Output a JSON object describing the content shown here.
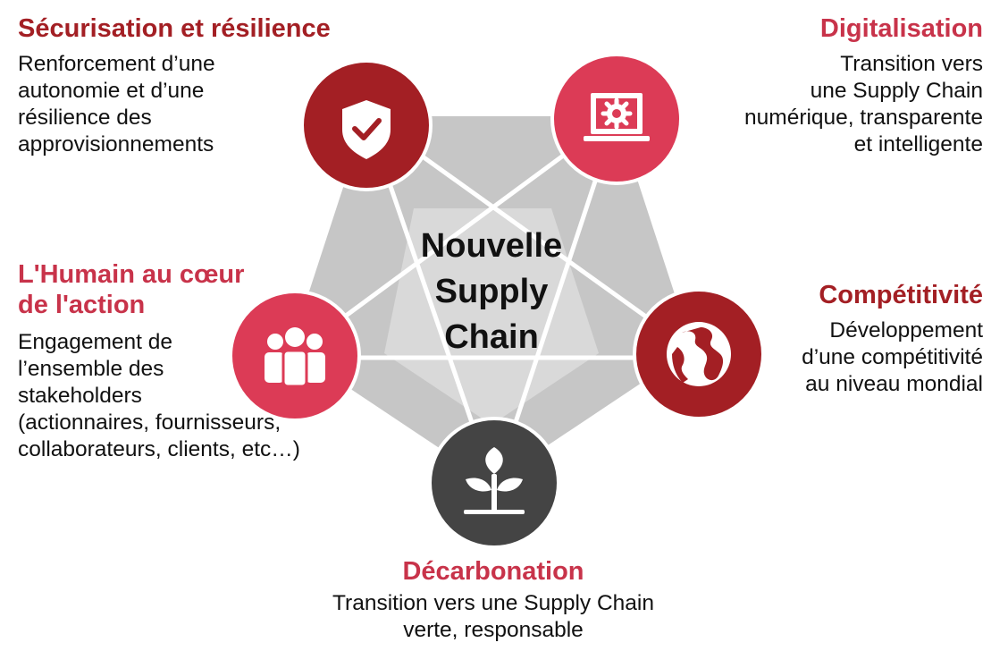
{
  "center_label": [
    "Nouvelle",
    "Supply",
    "Chain"
  ],
  "nodes": {
    "securisation": {
      "title": "Sécurisation et résilience",
      "desc": [
        "Renforcement d’une",
        "autonomie et d’une",
        "résilience des",
        "approvisionnements"
      ],
      "icon": "shield-check-icon",
      "color": "#a31f24"
    },
    "digitalisation": {
      "title": "Digitalisation",
      "desc": [
        "Transition vers",
        "une Supply Chain",
        "numérique, transparente",
        "et intelligente"
      ],
      "icon": "laptop-gear-icon",
      "color": "#dc3b56"
    },
    "humain": {
      "title": [
        "L'Humain au cœur",
        "de l'action"
      ],
      "desc": [
        "Engagement de",
        "l’ensemble des",
        "stakeholders",
        "(actionnaires, fournisseurs,",
        "collaborateurs, clients, etc…)"
      ],
      "icon": "group-people-icon",
      "color": "#dc3b56"
    },
    "competitivite": {
      "title": "Compétitivité",
      "desc": [
        "Développement",
        "d’une compétitivité",
        "au niveau mondial"
      ],
      "icon": "globe-icon",
      "color": "#a31f24"
    },
    "decarbonation": {
      "title": "Décarbonation",
      "desc": [
        "Transition vers une Supply Chain",
        "verte, responsable"
      ],
      "icon": "sprout-icon",
      "color": "#444444"
    }
  },
  "colors": {
    "title_red": "#c8334a",
    "title_dark_red": "#a31f24",
    "pentagon_outer": "#c8c8c8",
    "pentagon_inner": "#dcdcdc",
    "star_lines": "#ffffff"
  }
}
